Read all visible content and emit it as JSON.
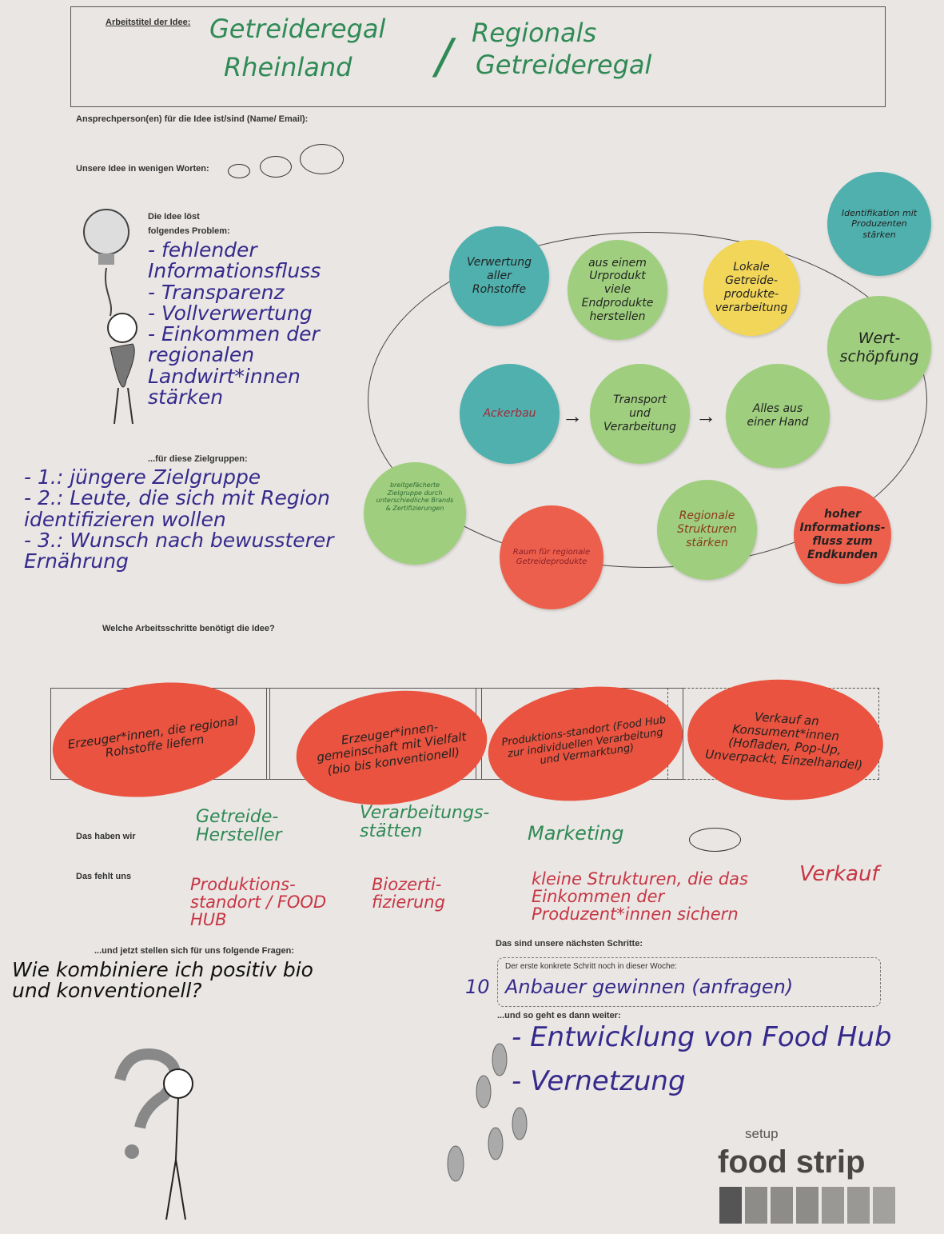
{
  "header": {
    "title_label": "Arbeitstitel der Idee:",
    "title_line1_a": "Getreideregal",
    "title_line2_a": "Rheinland",
    "title_sep": "/",
    "title_line1_b": "Regionals",
    "title_line2_b": "Getreideregal"
  },
  "contact": {
    "label": "Ansprechperson(en) für die Idee ist/sind (Name/ Email):"
  },
  "idea": {
    "label": "Unsere Idee in wenigen Worten:"
  },
  "problem": {
    "label1": "Die Idee löst",
    "label2": "folgendes Problem:",
    "items": [
      "- fehlender Informationsfluss",
      "- Transparenz",
      "- Vollverwertung",
      "- Einkommen der regionalen Landwirt*innen stärken"
    ]
  },
  "circles": [
    "Verwertung aller Rohstoffe",
    "aus einem Urprodukt viele Endprodukte herstellen",
    "Lokale Getreide-produkte-verarbeitung",
    "Identifikation mit Produzenten stärken",
    "Wert-schöpfung",
    "Ackerbau",
    "Transport und Verarbeitung",
    "Alles aus einer Hand",
    "breitgefächerte Zielgruppe durch unterschiedliche Brands & Zertifizierungen",
    "Raum für regionale Getreideprodukte",
    "Regionale Strukturen stärken",
    "hoher Informations-fluss zum Endkunden"
  ],
  "flow_arrows": [
    "→",
    "→"
  ],
  "targets": {
    "label": "...für diese Zielgruppen:",
    "items": [
      "- 1.: jüngere Zielgruppe",
      "- 2.: Leute, die sich mit Region identifizieren wollen",
      "- 3.: Wunsch nach bewussterer Ernährung"
    ]
  },
  "steps": {
    "label": "Welche Arbeitsschritte benötigt die Idee?",
    "items": [
      "Erzeuger*innen, die regional Rohstoffe liefern",
      "Erzeuger*innen-gemeinschaft mit Vielfalt (bio bis konventionell)",
      "Produktions-standort (Food Hub zur individuellen Verarbeitung und Vermarktung)",
      "Verkauf an Konsument*innen (Hofladen, Pop-Up, Unverpackt, Einzelhandel)"
    ]
  },
  "have": {
    "label": "Das haben wir",
    "items": [
      "Getreide-Hersteller",
      "Verarbeitungs-stätten",
      "Marketing"
    ]
  },
  "missing": {
    "label": "Das fehlt uns",
    "items": [
      "Produktions-standort / FOOD HUB",
      "Biozerti-fizierung",
      "kleine Strukturen, die das Einkommen der Produzent*innen sichern",
      "Verkauf"
    ]
  },
  "questions": {
    "label": "...und jetzt stellen sich für uns folgende Fragen:",
    "text": "Wie kombiniere ich positiv bio und konventionell?"
  },
  "next": {
    "label": "Das sind unsere nächsten Schritte:",
    "first_label": "Der erste konkrete Schritt  noch in dieser Woche:",
    "first_text": "Anbauer gewinnen (anfragen)",
    "first_prefix": "10",
    "then_label": "...und so geht es dann weiter:",
    "then_items": [
      "- Entwicklung von Food Hub",
      "- Vernetzung"
    ]
  },
  "logo": {
    "small": "setup",
    "big": "food strip"
  }
}
